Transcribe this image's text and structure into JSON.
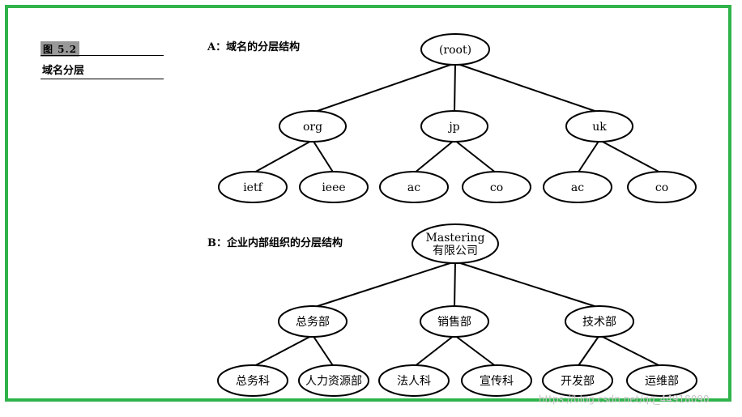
{
  "figure": {
    "number": "图 5.2",
    "title": "域名分层"
  },
  "diagram_a": {
    "label": "A：域名的分层结构",
    "root": "(root)",
    "children": [
      {
        "label": "org",
        "children": [
          "ietf",
          "ieee"
        ]
      },
      {
        "label": "jp",
        "children": [
          "ac",
          "co"
        ]
      },
      {
        "label": "uk",
        "children": [
          "ac",
          "co"
        ]
      }
    ]
  },
  "diagram_b": {
    "label": "B：企业内部组织的分层结构",
    "root": [
      "Mastering",
      "有限公司"
    ],
    "children": [
      {
        "label": "总务部",
        "children": [
          "总务科",
          "人力资源部"
        ]
      },
      {
        "label": "销售部",
        "children": [
          "法人科",
          "宣传科"
        ]
      },
      {
        "label": "技术部",
        "children": [
          "开发部",
          "运维部"
        ]
      }
    ]
  },
  "watermark": "https://blog.csdn.net/qq_44918090",
  "colors": {
    "frame": "#2fb34a",
    "line": "#000000"
  }
}
